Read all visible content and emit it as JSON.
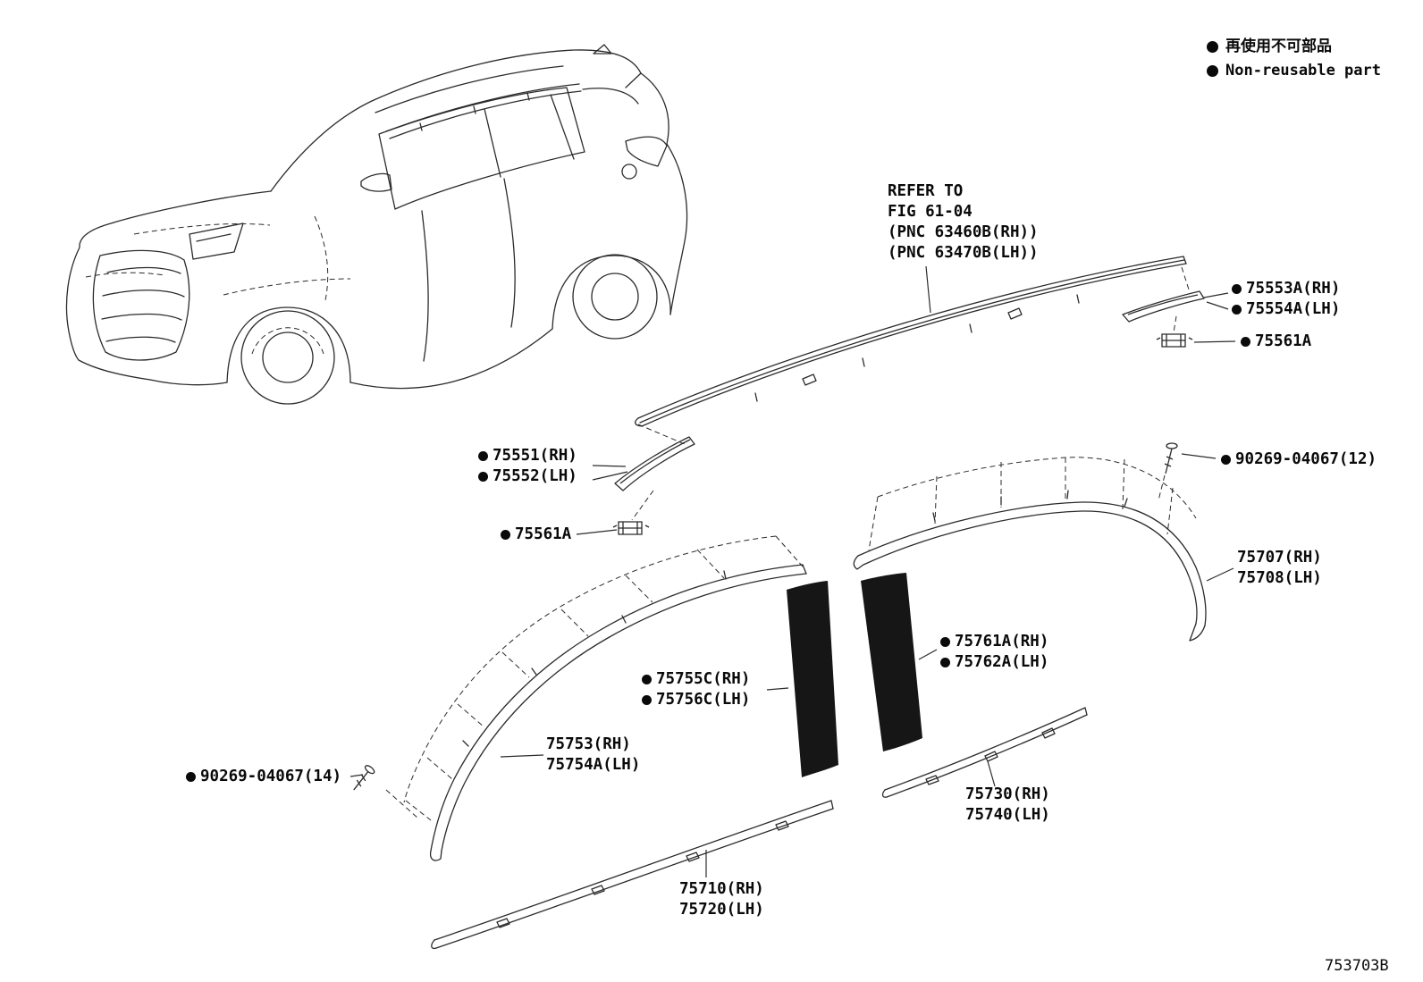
{
  "legend": {
    "jp_label": "再使用不可部品",
    "en_label": "Non-reusable part"
  },
  "refer_note": {
    "line1": "REFER TO",
    "line2": "FIG 61-04",
    "line3": "(PNC 63460B(RH))",
    "line4": "(PNC 63470B(LH))"
  },
  "parts": {
    "p75553": {
      "rh": "75553A(RH)",
      "lh": "75554A(LH)"
    },
    "p75561_right": {
      "label": "75561A"
    },
    "p75551": {
      "rh": "75551(RH)",
      "lh": "75552(LH)"
    },
    "p75561_left": {
      "label": "75561A"
    },
    "p90269_12": {
      "label": "90269-04067(12)"
    },
    "p75707": {
      "rh": "75707(RH)",
      "lh": "75708(LH)"
    },
    "p75761": {
      "rh": "75761A(RH)",
      "lh": "75762A(LH)"
    },
    "p75755": {
      "rh": "75755C(RH)",
      "lh": "75756C(LH)"
    },
    "p75753": {
      "rh": "75753(RH)",
      "lh": "75754A(LH)"
    },
    "p90269_14": {
      "label": "90269-04067(14)"
    },
    "p75730": {
      "rh": "75730(RH)",
      "lh": "75740(LH)"
    },
    "p75710": {
      "rh": "75710(RH)",
      "lh": "75720(LH)"
    }
  },
  "footer": {
    "doc_id": "753703B"
  },
  "colors": {
    "line": "#2b2b2b",
    "tape_fill": "#161616",
    "background": "#ffffff",
    "text": "#0a0a0a"
  }
}
